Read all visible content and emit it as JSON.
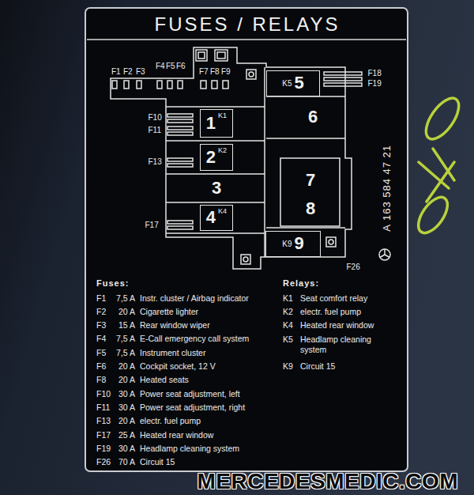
{
  "diagram": {
    "title": "FUSES / RELAYS",
    "nodes": [
      {
        "text": [
          "1",
          "K1"
        ]
      },
      {
        "text": [
          "2",
          "K2"
        ]
      },
      {
        "text": [
          "3"
        ]
      },
      {
        "text": [
          "4",
          "K4"
        ]
      },
      {
        "text": [
          "K5",
          "5"
        ]
      },
      {
        "text": [
          "6"
        ]
      },
      {
        "text": [
          "7"
        ]
      },
      {
        "text": [
          "8"
        ]
      },
      {
        "text": [
          "K9",
          "9"
        ]
      }
    ],
    "labels": [
      "F1",
      "F2",
      "F3",
      "F4",
      "F5",
      "F6",
      "F7",
      "F8",
      "F9",
      "F18",
      "F19",
      "F10",
      "F11",
      "F13",
      "F17",
      "A 163 584 47 21",
      "F26",
      "Fuses:",
      "F1",
      "7,5 A",
      "Instr. cluster / Airbag indicator",
      "F2",
      "20 A",
      "Cigarette lighter",
      "F3",
      "15 A",
      "Rear window wiper",
      "F4",
      "7,5 A",
      "E-Call emergency call system",
      "F5",
      "7,5 A",
      "Instrument cluster",
      "F6",
      "20 A",
      "Cockpit socket, 12 V",
      "F8",
      "20 A",
      "Heated seats",
      "F10",
      "30 A",
      "Power seat adjustment, left",
      "F11",
      "30 A",
      "Power seat adjustment, right",
      "F13",
      "20 A",
      "electr. fuel pump",
      "F17",
      "25 A",
      "Heated rear window",
      "F19",
      "30 A",
      "Headlamp cleaning system",
      "F26",
      "70 A",
      "Circuit 15",
      "Relays:",
      "K1",
      "Seat comfort relay",
      "K2",
      "electr. fuel pump",
      "K4",
      "Heated rear window",
      "K5",
      "Headlamp cleaning system",
      "K9",
      "Circuit 15",
      "MERCEDESMEDIC.COM"
    ]
  }
}
